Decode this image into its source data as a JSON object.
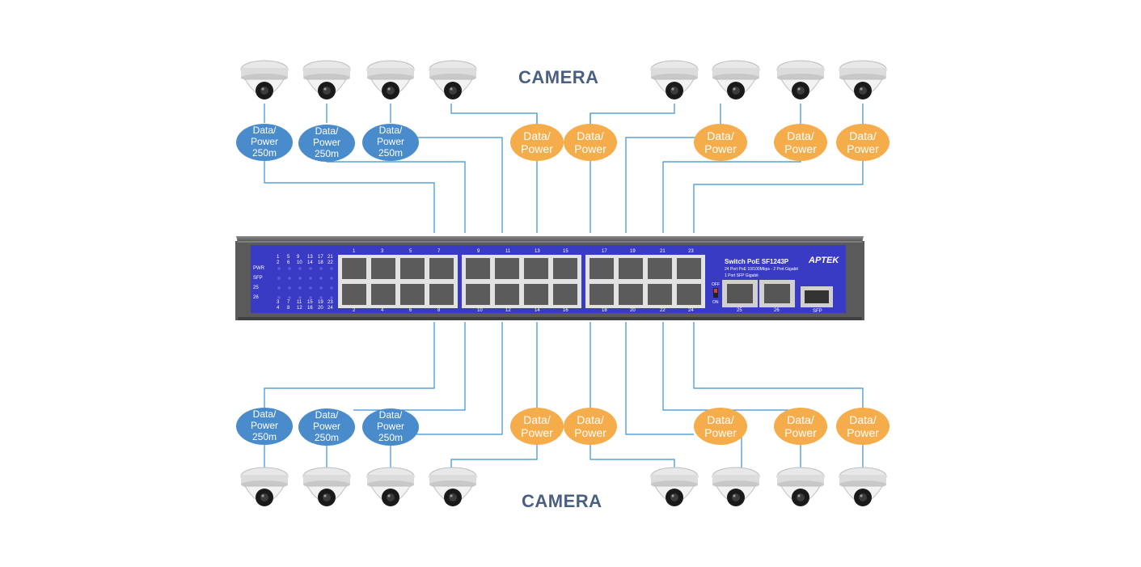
{
  "titles": {
    "top": "CAMERA",
    "bottom": "CAMERA"
  },
  "blue_badge": {
    "line1": "Data/",
    "line2": "Power",
    "line3": "250m"
  },
  "orange_badge": {
    "line1": "Data/",
    "line2": "Power"
  },
  "switch": {
    "model": "Switch PoE SF1243P",
    "brand": "APTEK",
    "spec_line1": "24 Port PoE 10/100Mbps - 2 Port Gigabit",
    "spec_line2": "1 Port SFP Gigabit",
    "off_label": "OFF",
    "on_label": "ON",
    "port25": "25",
    "port26": "26",
    "sfp_label": "SFP",
    "led_labels": [
      "PWR",
      "SFP",
      "25",
      "26"
    ],
    "led_top_row1": [
      "1",
      "5",
      "9",
      "13",
      "17",
      "21"
    ],
    "led_top_row2": [
      "2",
      "6",
      "10",
      "14",
      "18",
      "22"
    ],
    "led_bot_row1": [
      "3",
      "7",
      "11",
      "15",
      "19",
      "23"
    ],
    "led_bot_row2": [
      "4",
      "8",
      "12",
      "16",
      "20",
      "24"
    ],
    "port_top": [
      "1",
      "3",
      "5",
      "7",
      "9",
      "11",
      "13",
      "15",
      "17",
      "19",
      "21",
      "23"
    ],
    "port_bottom": [
      "2",
      "4",
      "6",
      "8",
      "10",
      "12",
      "14",
      "16",
      "18",
      "20",
      "22",
      "24"
    ]
  },
  "colors": {
    "blue": "#4a8ccb",
    "orange": "#f5ad4c",
    "switch_face": "#3a3bc4",
    "line": "#3b8fd0",
    "title": "#4a6080"
  }
}
